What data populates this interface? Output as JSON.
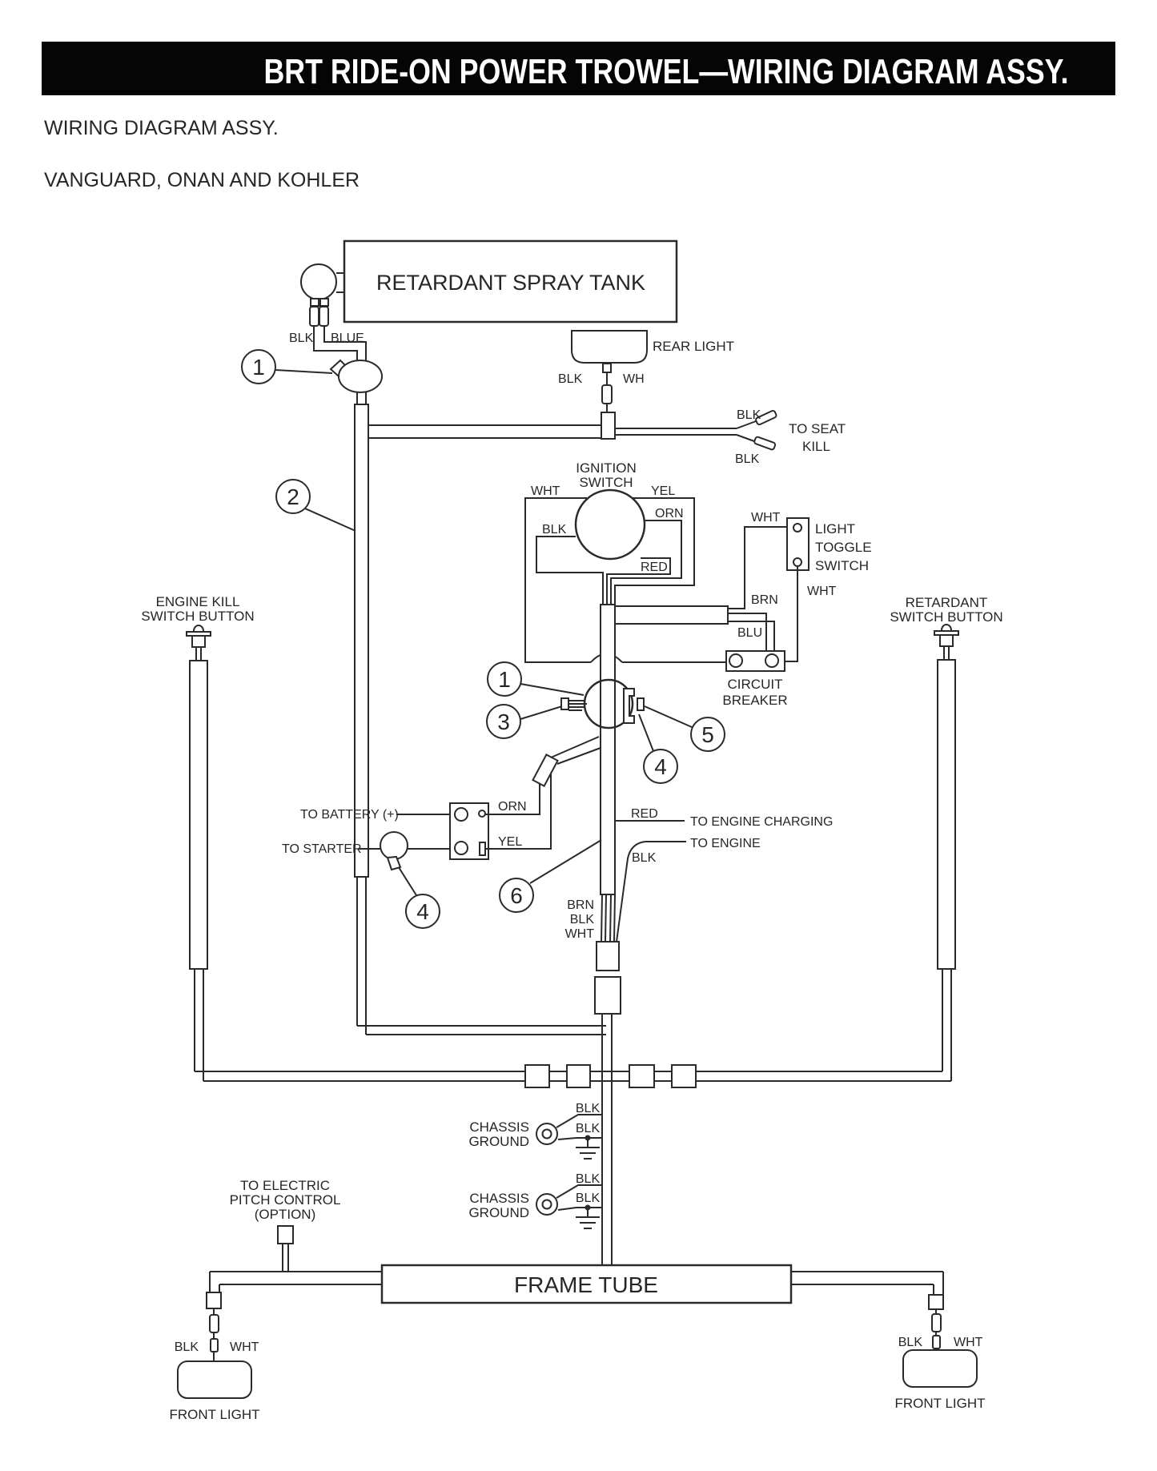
{
  "page": {
    "background": "#ffffff",
    "line_color": "#2a2a2a"
  },
  "header": {
    "title": "BRT RIDE-ON POWER TROWEL—WIRING DIAGRAM ASSY.",
    "subtitle": "WIRING DIAGRAM ASSY.",
    "engines_line": "VANGUARD, ONAN AND KOHLER",
    "bar_bg": "#000000",
    "bar_fg": "#ffffff"
  },
  "components": {
    "retardant_spray_tank": "RETARDANT SPRAY TANK",
    "rear_light": "REAR LIGHT",
    "ignition_line1": "IGNITION",
    "ignition_line2": "SWITCH",
    "toggle_line1": "LIGHT",
    "toggle_line2": "TOGGLE",
    "toggle_line3": "SWITCH",
    "breaker_line1": "CIRCUIT",
    "breaker_line2": "BREAKER",
    "engine_kill_line1": "ENGINE KILL",
    "engine_kill_line2": "SWITCH BUTTON",
    "retardant_btn_line1": "RETARDANT",
    "retardant_btn_line2": "SWITCH BUTTON",
    "chassis_line1": "CHASSIS",
    "chassis_line2": "GROUND",
    "pitch_line1": "TO ELECTRIC",
    "pitch_line2": "PITCH CONTROL",
    "pitch_line3": "(OPTION)",
    "frame_tube": "FRAME TUBE",
    "front_light": "FRONT LIGHT"
  },
  "connections": {
    "to_seat_line1": "TO SEAT",
    "to_seat_line2": "KILL",
    "to_battery": "TO BATTERY (+)",
    "to_starter": "TO STARTER",
    "to_engine_charging": "TO ENGINE CHARGING",
    "to_engine": "TO ENGINE"
  },
  "wires": {
    "blk": "BLK",
    "blue": "BLUE",
    "wh": "WH",
    "wht": "WHT",
    "yel": "YEL",
    "orn": "ORN",
    "red": "RED",
    "brn": "BRN",
    "blu": "BLU"
  },
  "callouts": {
    "c1": "1",
    "c2": "2",
    "c3": "3",
    "c4": "4",
    "c5": "5",
    "c6": "6"
  }
}
